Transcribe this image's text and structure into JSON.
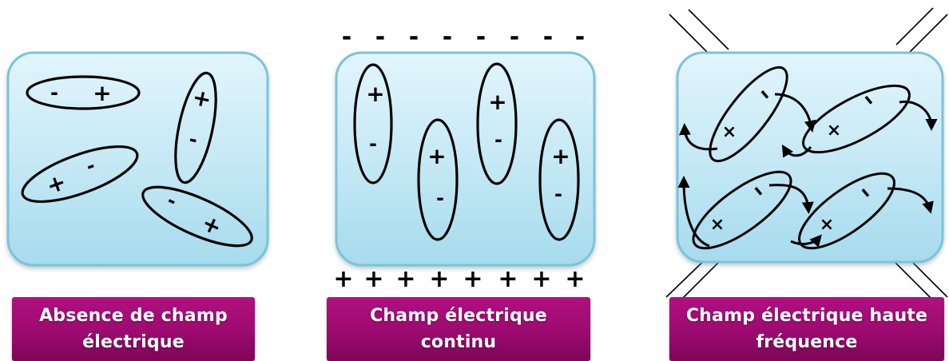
{
  "panels": [
    {
      "id": "absence",
      "caption": "Absence de champ\nélectrique",
      "signs": {
        "positive": "+",
        "negative": "-"
      }
    },
    {
      "id": "continu",
      "caption": "Champ électrique\ncontinu",
      "top_plate": [
        "-",
        "-",
        "-",
        "-",
        "-",
        "-",
        "-",
        "-"
      ],
      "bottom_plate": [
        "+",
        "+",
        "+",
        "+",
        "+",
        "+",
        "+",
        "+"
      ],
      "signs": {
        "positive": "+",
        "negative": "-"
      }
    },
    {
      "id": "haute-frequence",
      "caption": "Champ électrique haute\nfréquence",
      "signs": {
        "positive": "×",
        "negative": "ı"
      }
    }
  ],
  "colors": {
    "box_fill_top": "#def3fb",
    "box_fill_bottom": "#a9dcee",
    "box_border": "#7cc3dc",
    "caption_bg": "#9c0a6f",
    "caption_text": "#ffffff",
    "ink": "#000000"
  }
}
